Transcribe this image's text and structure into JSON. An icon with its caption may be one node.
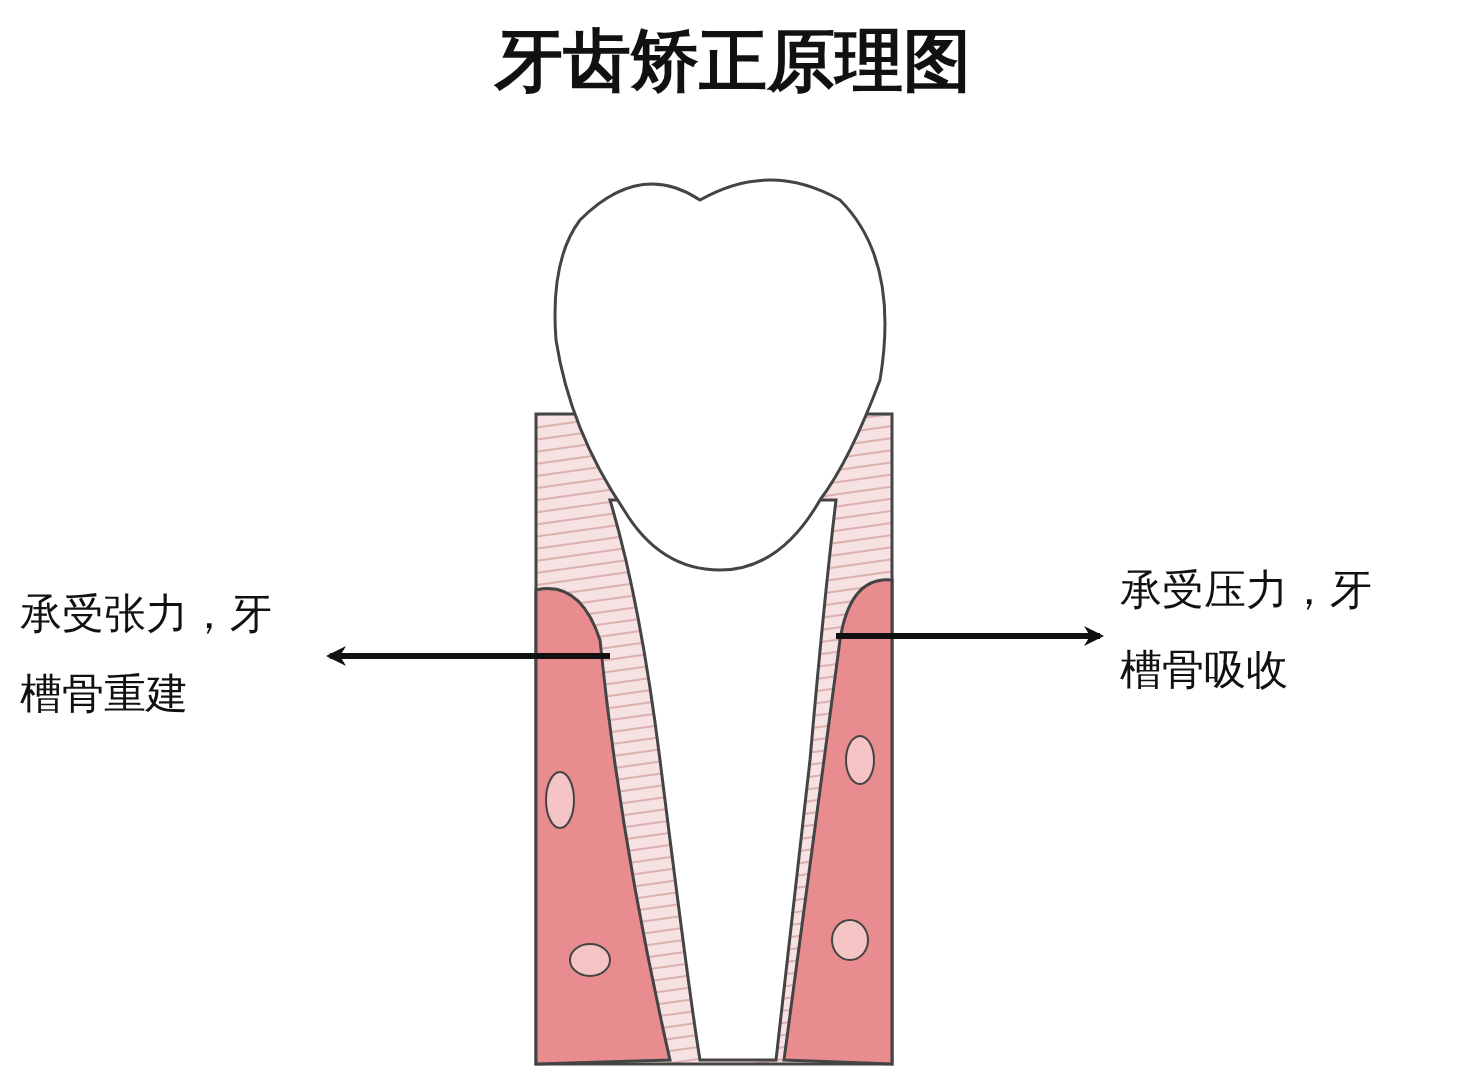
{
  "diagram": {
    "title": "牙齿矫正原理图",
    "labels": [
      "承受张力，牙槽骨重建",
      "承受压力，牙槽骨吸收"
    ]
  }
}
